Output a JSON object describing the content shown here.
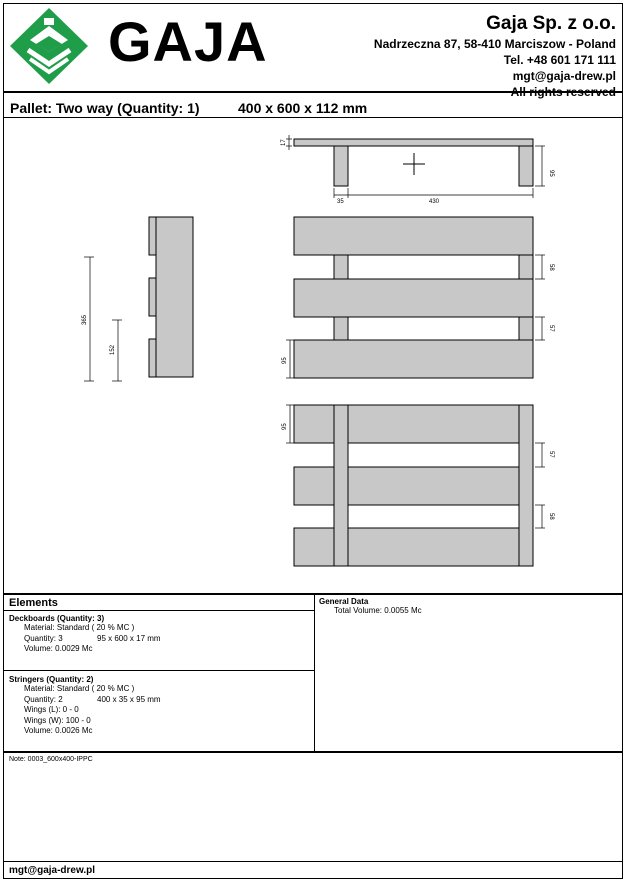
{
  "header": {
    "logo_text": "GAJA",
    "company_name": "Gaja Sp. z o.o.",
    "address": "Nadrzeczna 87, 58-410 Marciszow - Poland",
    "phone": "Tel. +48 601 171 111",
    "email": "mgt@gaja-drew.pl",
    "rights": "All rights reserved"
  },
  "title": {
    "pallet": "Pallet: Two way (Quantity: 1)",
    "dimensions": "400 x 600 x 112 mm"
  },
  "drawing": {
    "top_view": {
      "board_thickness": "17",
      "height": "95",
      "block_width": "35",
      "span": "430"
    },
    "side_view": {
      "overall": "365",
      "middle": "152"
    },
    "plan_view": {
      "gap_top": "58",
      "gap_bottom": "57",
      "board_width": "95"
    },
    "bottom_view": {
      "board_width": "95",
      "gap_top": "57",
      "gap_bottom": "58"
    }
  },
  "elements": {
    "heading": "Elements",
    "deckboards": {
      "heading": "Deckboards (Quantity: 3)",
      "material": "Material: Standard ( 20 % MC )",
      "quantity": "Quantity: 3",
      "size": "95 x 600 x 17 mm",
      "volume": "Volume: 0.0029 Mc"
    },
    "stringers": {
      "heading": "Stringers (Quantity: 2)",
      "material": "Material: Standard ( 20 % MC )",
      "quantity": "Quantity: 2",
      "size": "400 x 35 x 95 mm",
      "wings_l": "Wings (L): 0 - 0",
      "wings_w": "Wings (W): 100 - 0",
      "volume": "Volume: 0.0026 Mc"
    }
  },
  "general": {
    "heading": "General Data",
    "total_volume": "Total Volume: 0.0055 Mc"
  },
  "note": "Note: 0003_600x400-IPPC",
  "footer_email": "mgt@gaja-drew.pl",
  "colors": {
    "board_fill": "#c8c8c8",
    "logo_green": "#1f9d48",
    "line": "#000000"
  }
}
